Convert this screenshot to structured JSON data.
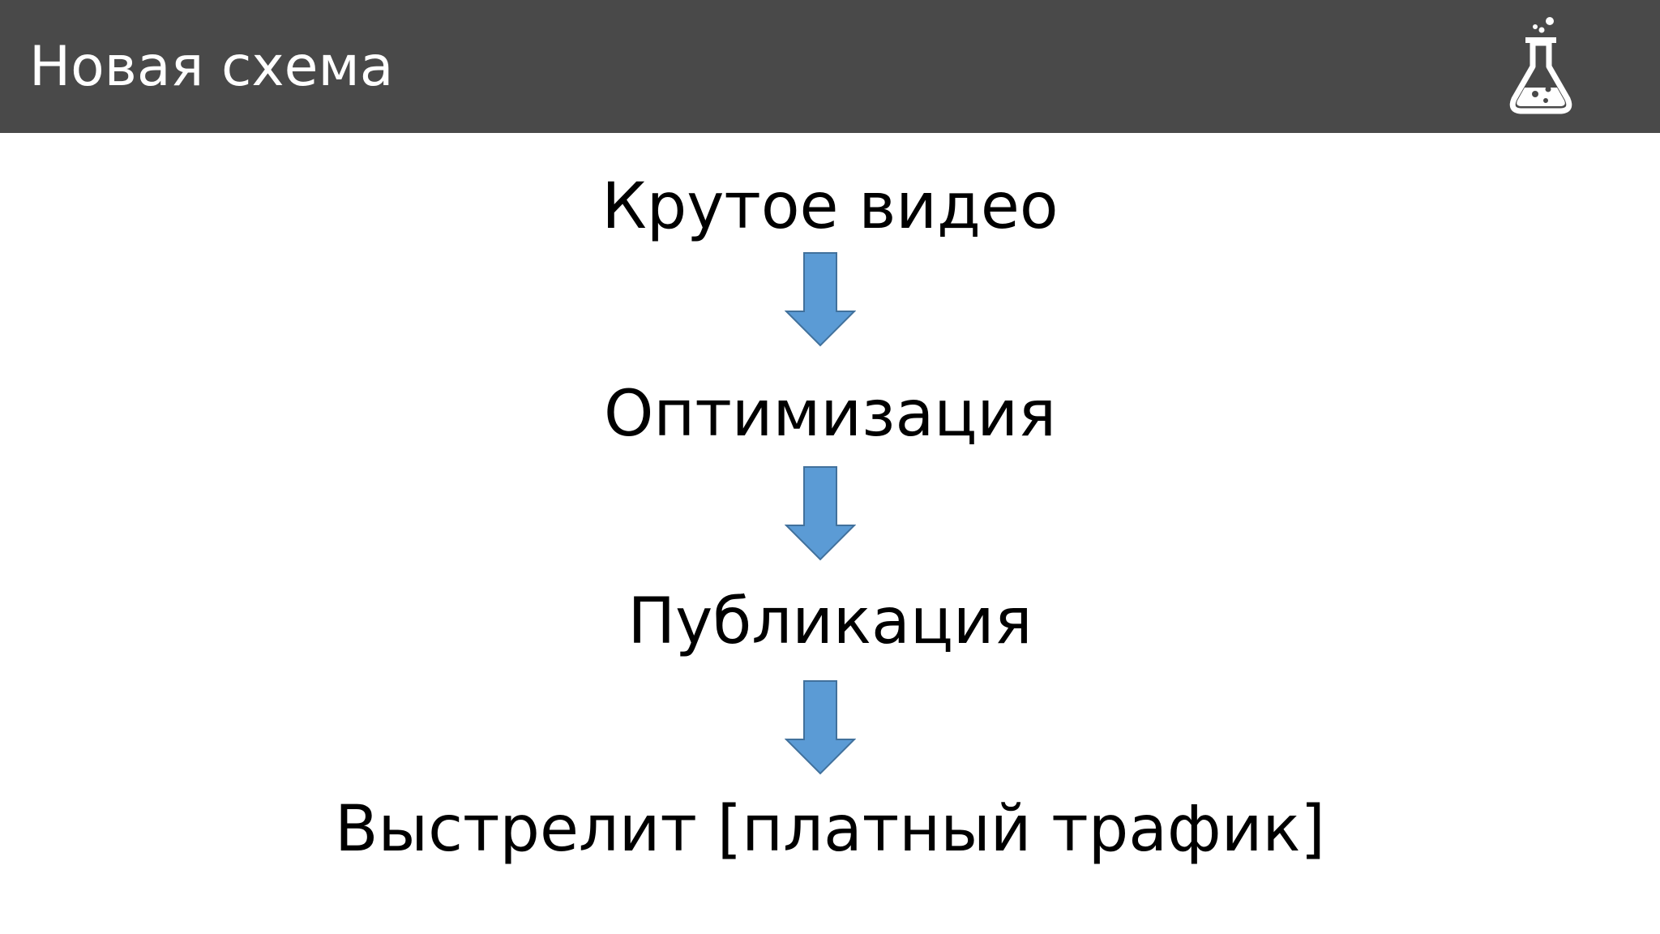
{
  "header": {
    "title": "Новая схема",
    "icon": "flask-icon",
    "background_color": "#494949",
    "text_color": "#ffffff"
  },
  "flow": {
    "steps": [
      {
        "label": "Крутое видео"
      },
      {
        "label": "Оптимизация"
      },
      {
        "label": "Публикация"
      },
      {
        "label": "Выстрелит [платный трафик]"
      }
    ],
    "arrow_icon": "arrow-down-icon",
    "arrow_fill": "#5b9bd5",
    "arrow_stroke": "#41719c"
  }
}
